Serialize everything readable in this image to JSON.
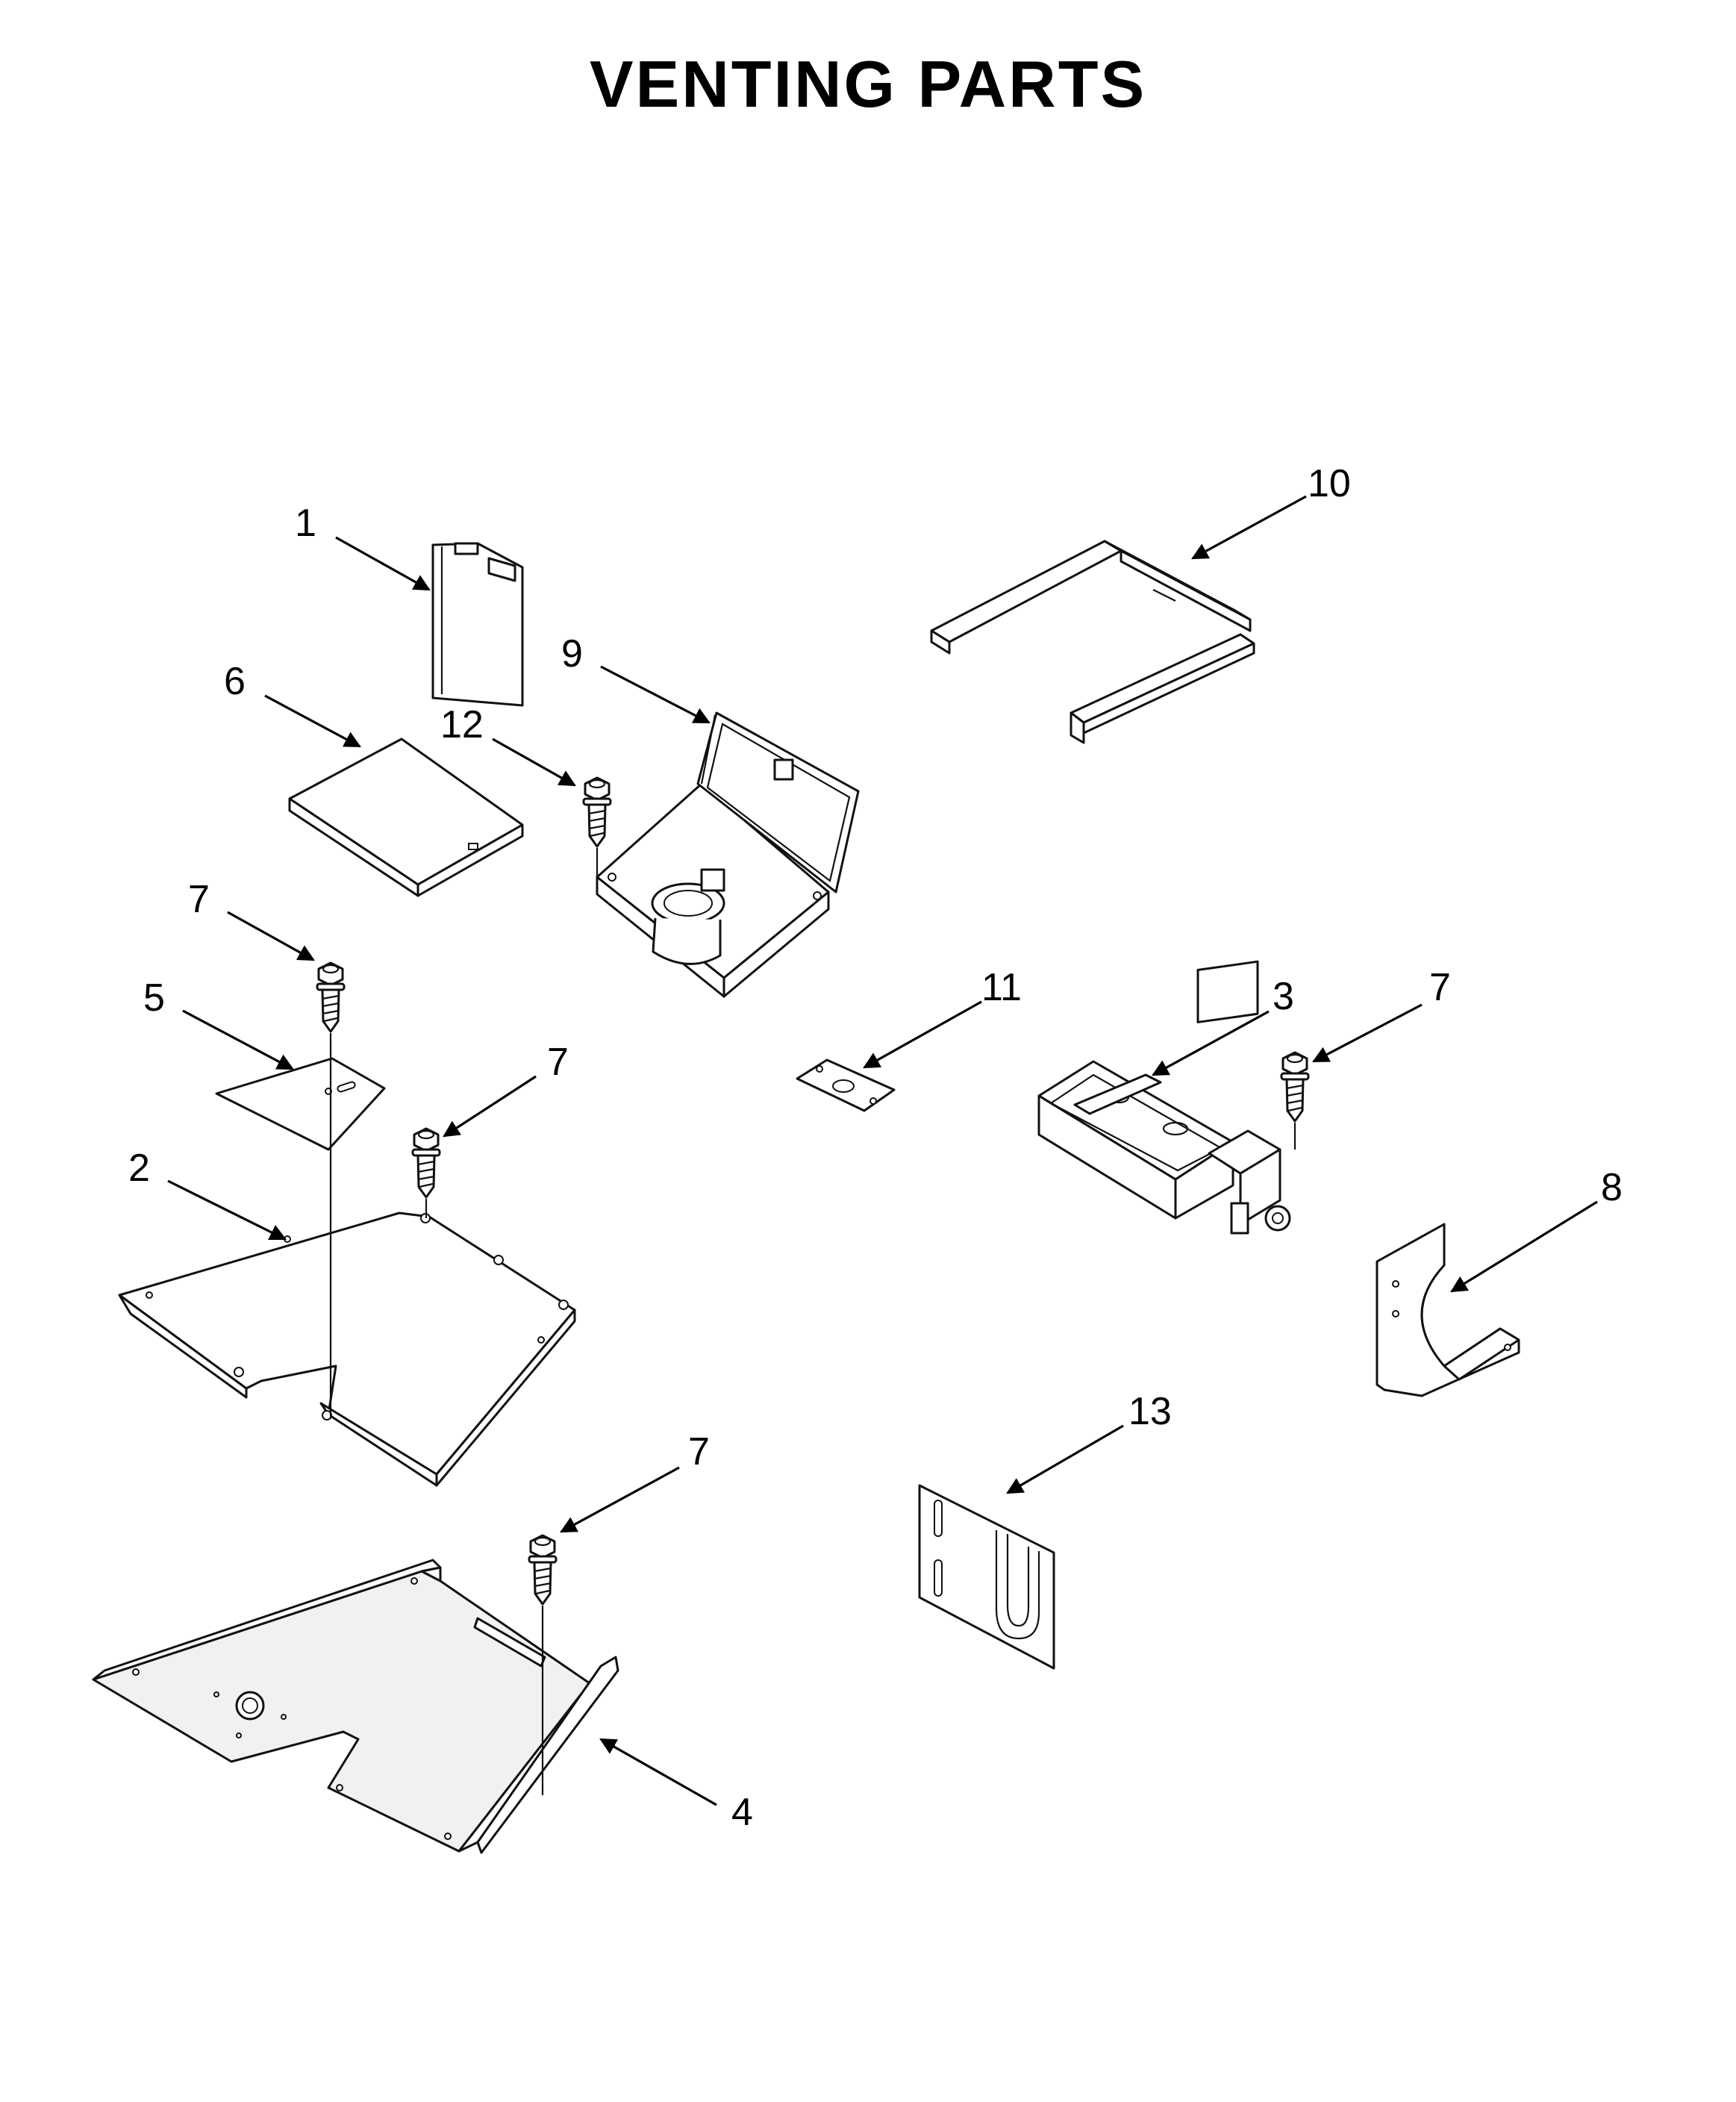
{
  "title": "VENTING PARTS",
  "callouts": [
    {
      "id": "c1",
      "label": "1"
    },
    {
      "id": "c2",
      "label": "2"
    },
    {
      "id": "c3",
      "label": "3"
    },
    {
      "id": "c4",
      "label": "4"
    },
    {
      "id": "c5",
      "label": "5"
    },
    {
      "id": "c6",
      "label": "6"
    },
    {
      "id": "c7a",
      "label": "7"
    },
    {
      "id": "c7b",
      "label": "7"
    },
    {
      "id": "c7c",
      "label": "7"
    },
    {
      "id": "c7d",
      "label": "7"
    },
    {
      "id": "c8",
      "label": "8"
    },
    {
      "id": "c9",
      "label": "9"
    },
    {
      "id": "c10",
      "label": "10"
    },
    {
      "id": "c11",
      "label": "11"
    },
    {
      "id": "c12",
      "label": "12"
    },
    {
      "id": "c13",
      "label": "13"
    }
  ]
}
